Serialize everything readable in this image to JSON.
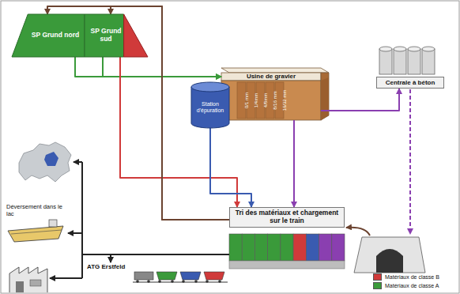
{
  "diagram": {
    "nodes": [
      {
        "text": [
          "SP Grund nord"
        ]
      },
      {
        "text": [
          "SP Grund sud"
        ]
      },
      {
        "text": [
          "Usine de gravier"
        ]
      },
      {
        "text": [
          "Station d'épuration"
        ]
      },
      {
        "text": [
          "Centrale à béton"
        ]
      },
      {
        "text": [
          "Tri des matériaux et chargement sur le train"
        ]
      },
      {
        "text": [
          "Déversement dans le lac"
        ]
      },
      {
        "text": [
          "ATG Erstfeld"
        ]
      }
    ],
    "edges": [
      {
        "from": 0,
        "to": 2,
        "arrow": "to"
      },
      {
        "from": 1,
        "to": 2,
        "arrow": "to"
      },
      {
        "from": 1,
        "to": 5,
        "arrow": "to"
      },
      {
        "from": 3,
        "to": 5,
        "arrow": "to"
      },
      {
        "from": 2,
        "to": 5,
        "arrow": "to"
      },
      {
        "from": 2,
        "to": 4,
        "arrow": "to"
      },
      {
        "from": 5,
        "to": 0,
        "arrow": "to"
      },
      {
        "from": 5,
        "to": 1,
        "arrow": "to"
      },
      {
        "from": 5,
        "to": 6,
        "arrow": "to"
      },
      {
        "from": 5,
        "to": 7,
        "arrow": "to"
      }
    ],
    "labels": [
      "0/1 mm",
      "1/4mm",
      "4/8mm",
      "8/16 mm",
      "16/32 mm"
    ],
    "legend": [
      {
        "text": "Matériaux de classe B",
        "color": "#d03a3a"
      },
      {
        "text": "Matériaux de classe A",
        "color": "#3a9a3a"
      }
    ]
  }
}
